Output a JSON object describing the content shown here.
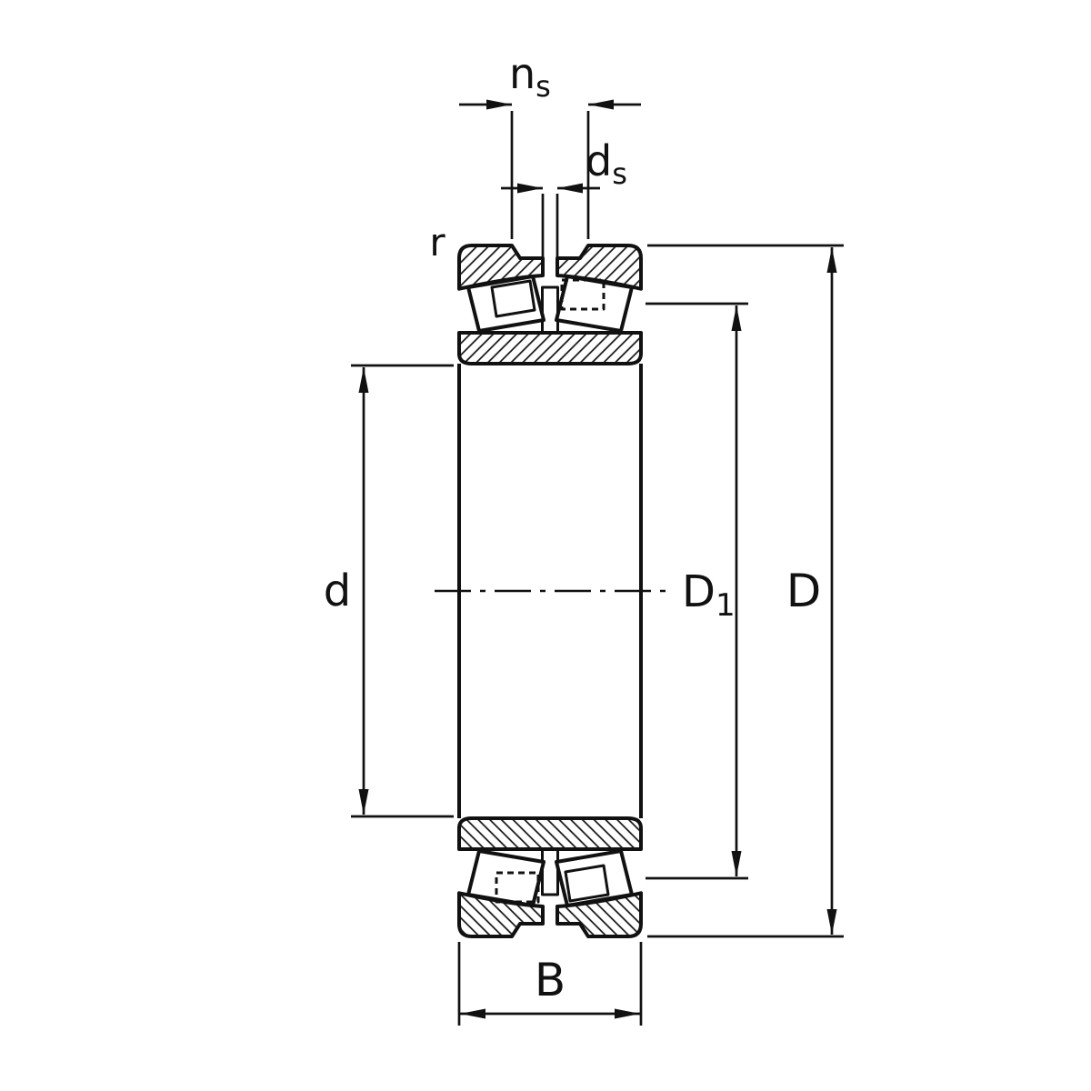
{
  "diagram": {
    "kind": "spherical-roller-bearing-cross-section",
    "colors": {
      "line": "#111111",
      "background": "#ffffff"
    },
    "dimensions": {
      "ns": {
        "symbol": "n",
        "subscript": "s"
      },
      "ds": {
        "symbol": "d",
        "subscript": "s"
      },
      "r": {
        "symbol": "r"
      },
      "d": {
        "symbol": "d"
      },
      "D1": {
        "symbol": "D",
        "subscript": "1"
      },
      "D": {
        "symbol": "D"
      },
      "B": {
        "symbol": "B"
      }
    }
  }
}
